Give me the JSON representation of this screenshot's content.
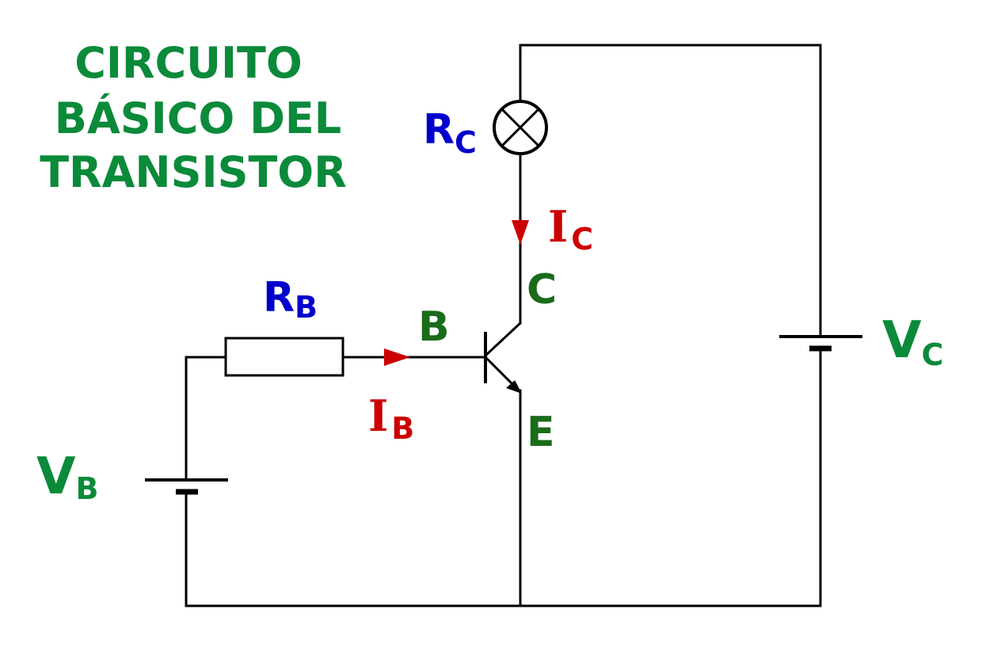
{
  "title": {
    "lines": [
      "CIRCUITO",
      "BÁSICO DEL",
      "TRANSISTOR"
    ]
  },
  "colors": {
    "title": "#0b8a3a",
    "terminal": "#1a6b1a",
    "resistor_label": "#0000cc",
    "current": "#cc0000",
    "source": "#0b8a3a",
    "wire": "#000000"
  },
  "labels": {
    "rc": {
      "main": "R",
      "sub": "C"
    },
    "rb": {
      "main": "R",
      "sub": "B"
    },
    "ic": {
      "main": "I",
      "sub": "C"
    },
    "ib": {
      "main": "I",
      "sub": "B"
    },
    "vb": {
      "main": "V",
      "sub": "B"
    },
    "vc": {
      "main": "V",
      "sub": "C"
    },
    "terminal_c": "C",
    "terminal_b": "B",
    "terminal_e": "E"
  }
}
